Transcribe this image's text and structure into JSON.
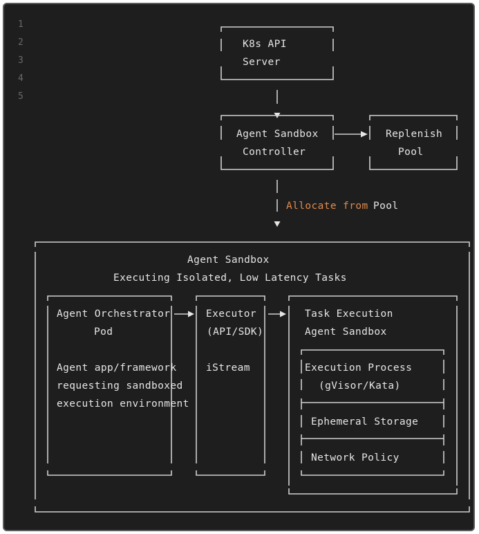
{
  "line_numbers": [
    "1",
    "2",
    "3",
    "4",
    "5"
  ],
  "nodes": {
    "k8s_api": {
      "lines": [
        "K8s API",
        "Server"
      ]
    },
    "controller": {
      "lines": [
        "Agent Sandbox",
        "Controller"
      ]
    },
    "replenish": {
      "lines": [
        "Replenish",
        "Pool"
      ]
    },
    "sandbox": {
      "lines": [
        "Agent Sandbox",
        "Executing Isolated, Low Latency Tasks"
      ]
    },
    "orchestrator": {
      "lines": [
        "Agent Orchestrator",
        "Pod",
        "Agent app/framework",
        "requesting sandboxed",
        "execution environment"
      ]
    },
    "executor": {
      "lines": [
        "Executor",
        "(API/SDK)",
        "iStream"
      ]
    },
    "task_execution": {
      "lines": [
        "Task Execution",
        "Agent Sandbox"
      ]
    },
    "execution_process": {
      "lines": [
        "Execution Process",
        "(gVisor/Kata)"
      ]
    },
    "ephemeral_storage": {
      "lines": [
        "Ephemeral Storage"
      ]
    },
    "network_policy": {
      "lines": [
        "Network Policy"
      ]
    }
  },
  "edges": {
    "allocate": {
      "label_accent": "Allocate from",
      "label_plain": "Pool"
    }
  },
  "colors": {
    "background": "#1e1e1e",
    "text": "#e6e6e6",
    "accent": "#e08a4c",
    "line_numbers": "#6a6a6a",
    "border": "#5a5a5a"
  }
}
